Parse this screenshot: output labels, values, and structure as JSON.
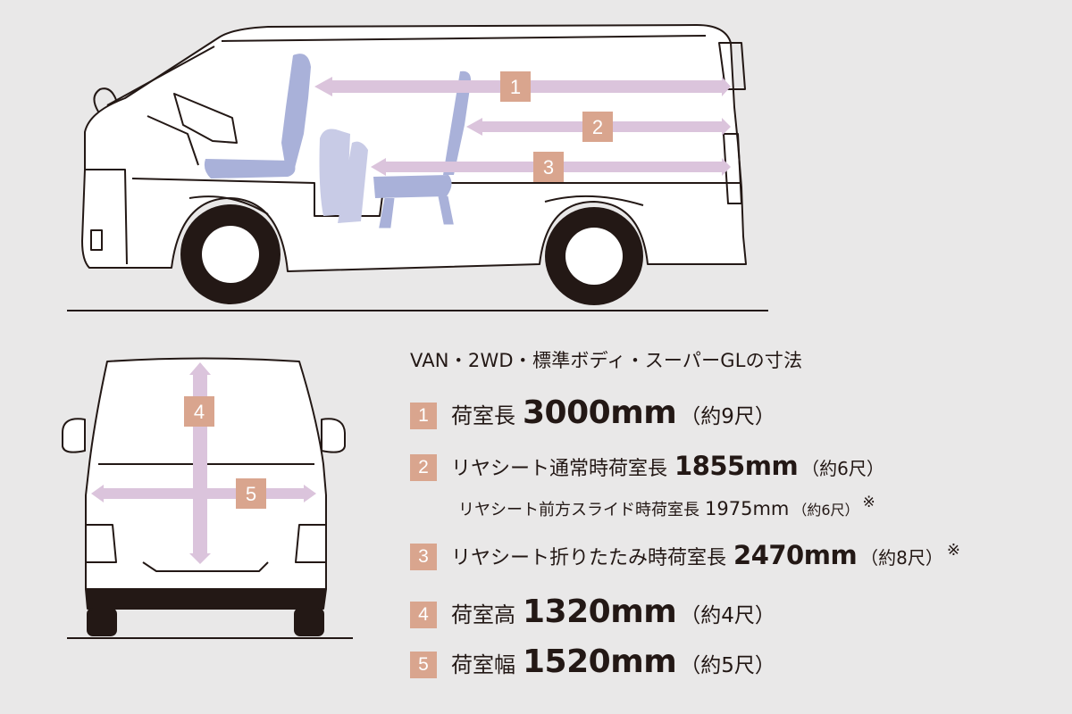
{
  "diagram": {
    "side_markers": [
      "1",
      "2",
      "3"
    ],
    "rear_markers": [
      "4",
      "5"
    ]
  },
  "specs": {
    "title": "VAN・2WD・標準ボディ・スーパーGLの寸法",
    "items": [
      {
        "num": "1",
        "label": "荷室長",
        "value": "3000mm",
        "note": "（約9尺）",
        "mark": ""
      },
      {
        "num": "2",
        "label": "リヤシート通常時荷室長",
        "value": "1855mm",
        "note": "（約6尺）",
        "mark": ""
      },
      {
        "num": "3",
        "label": "リヤシート折りたたみ時荷室長",
        "value": "2470mm",
        "note": "（約8尺）",
        "mark": "※"
      },
      {
        "num": "4",
        "label": "荷室高",
        "value": "1320mm",
        "note": "（約4尺）",
        "mark": ""
      },
      {
        "num": "5",
        "label": "荷室幅",
        "value": "1520mm",
        "note": "（約5尺）",
        "mark": ""
      }
    ],
    "sub": {
      "label": "リヤシート前方スライド時荷室長",
      "value": "1975mm",
      "note": "（約6尺）",
      "mark": "※"
    }
  },
  "colors": {
    "arrow": "#dbc4dc",
    "badge": "#d9a58e",
    "seat": "#a9b1d9",
    "seat_light": "#c8cbe6",
    "outline": "#231815",
    "background": "#e9e8e8"
  }
}
